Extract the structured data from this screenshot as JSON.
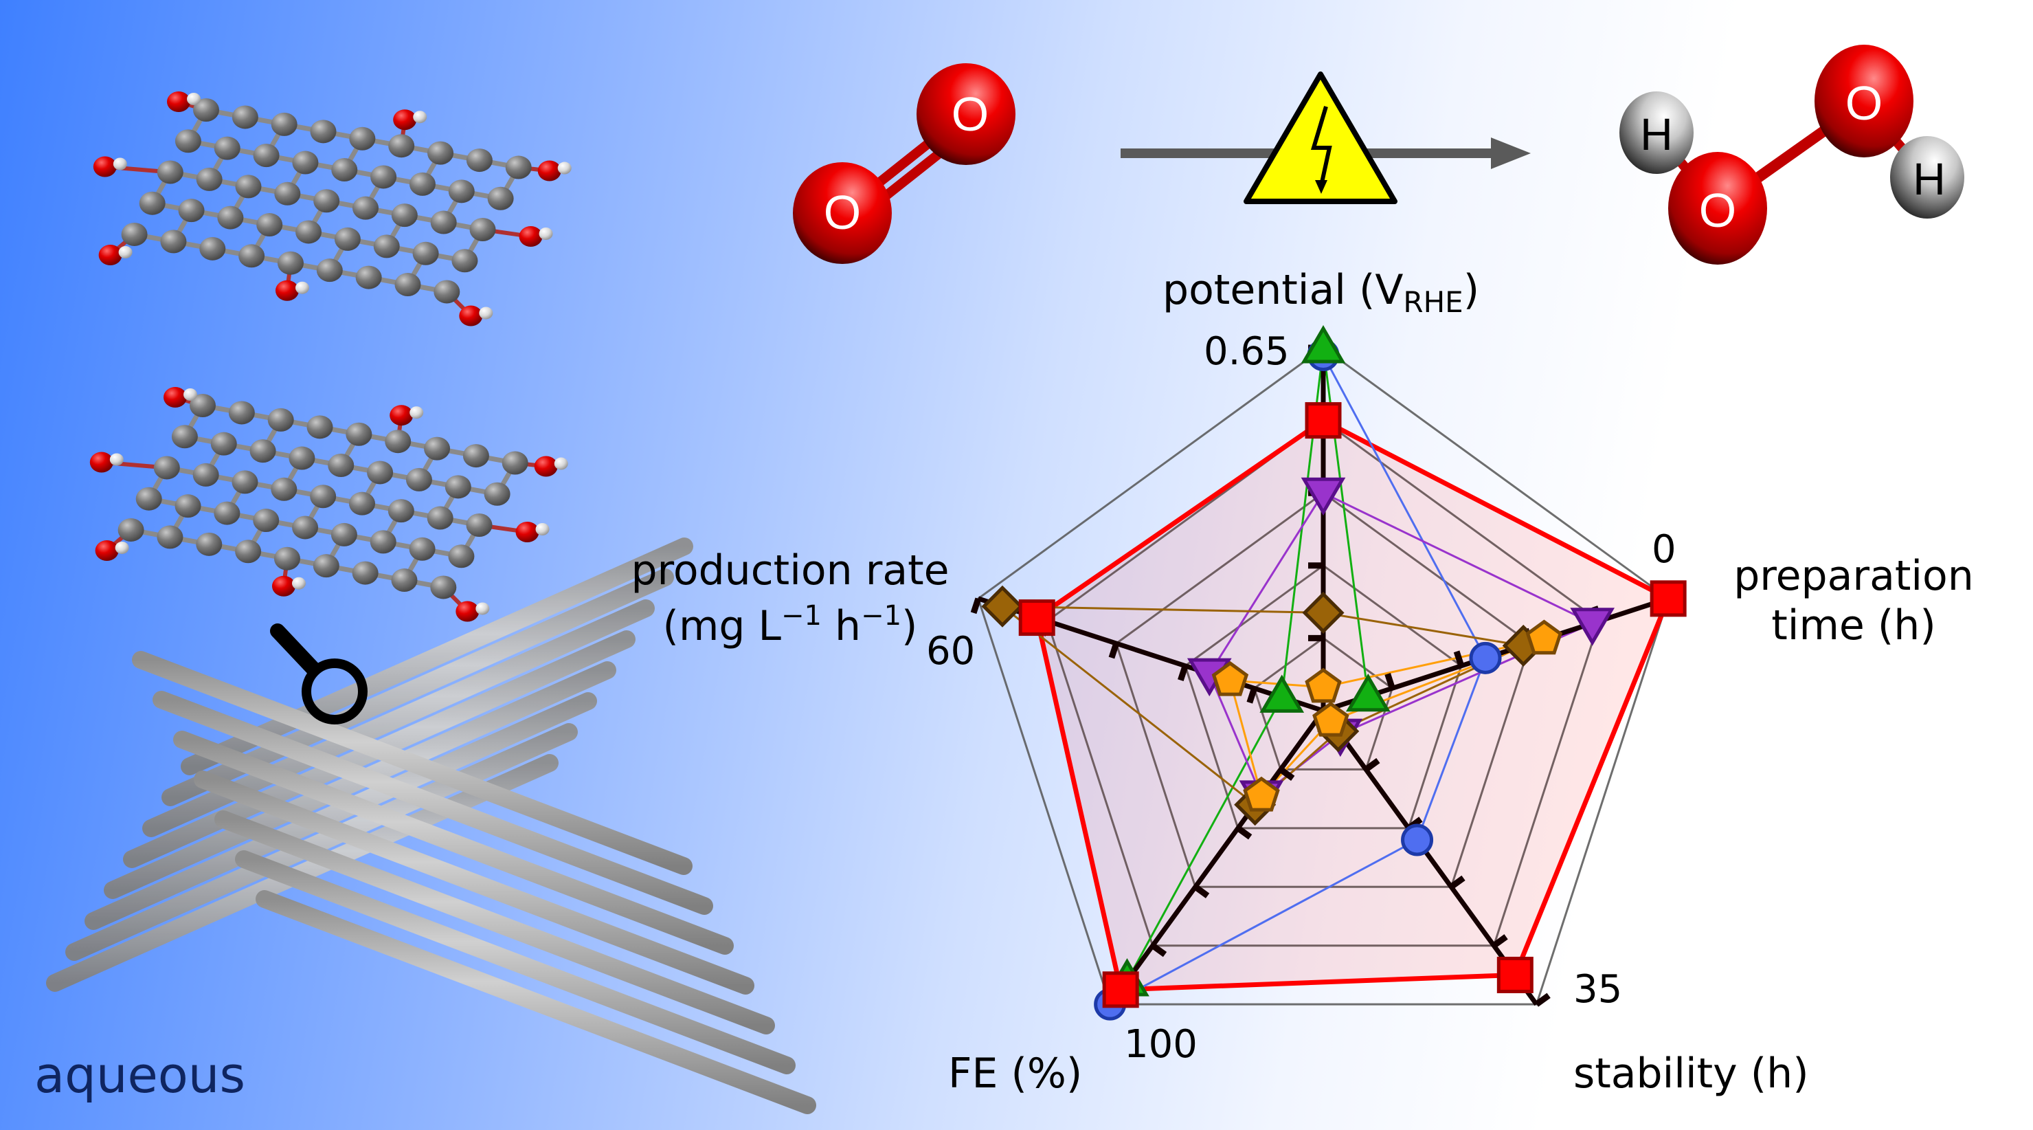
{
  "figure": {
    "condition_label": "aqueous",
    "reaction": {
      "reactant": {
        "name": "O2",
        "atoms": [
          "O",
          "O"
        ]
      },
      "product": {
        "name": "H2O2",
        "atoms": [
          "H",
          "O",
          "O",
          "H"
        ]
      },
      "arrow_icon": "electricity-warning-icon"
    },
    "left_panel": {
      "items": [
        "oxidized-graphene-sheet-top",
        "oxidized-graphene-sheet-bottom",
        "magnifier-icon",
        "carbon-fiber-mesh"
      ]
    }
  },
  "chart_data": {
    "type": "radar",
    "title": "",
    "axes": [
      {
        "key": "potential",
        "label": "potential (V",
        "label_sub": "RHE",
        "label_end": ")",
        "outer_tick": "0.65"
      },
      {
        "key": "preparation",
        "label_line1": "preparation",
        "label_line2": "time (h)",
        "outer_tick": "0"
      },
      {
        "key": "stability",
        "label": "stability (h)",
        "outer_tick": "35"
      },
      {
        "key": "fe",
        "label": "FE (%)",
        "outer_tick": "100"
      },
      {
        "key": "production",
        "label_line1": "production rate",
        "label_line2_pre": "(mg L",
        "label_sup1": "−1",
        "label_mid": " h",
        "label_sup2": "−1",
        "label_post": ")",
        "outer_tick": "60"
      }
    ],
    "rings": 5,
    "value_range": [
      0,
      1
    ],
    "grid": true,
    "series": [
      {
        "name": "red-square",
        "marker": "square",
        "color": "#ff0000",
        "edge": "#a00000",
        "filled": true,
        "fill": "rgba(255,120,120,0.18)",
        "line_width": "thick",
        "values": {
          "potential": 0.8,
          "preparation": 1.0,
          "stability": 0.9,
          "fe": 0.95,
          "production": 0.83
        }
      },
      {
        "name": "blue-circle",
        "marker": "circle",
        "color": "#4f6ef0",
        "edge": "#1d3aa8",
        "values": {
          "potential": 0.98,
          "preparation": 0.47,
          "stability": 0.44,
          "fe": 1.0,
          "production": null
        }
      },
      {
        "name": "green-triangle",
        "marker": "triangle-up",
        "color": "#12b012",
        "edge": "#0b6b0b",
        "values": {
          "potential": 1.0,
          "preparation": 0.13,
          "stability": null,
          "fe": 0.92,
          "production": 0.12
        }
      },
      {
        "name": "purple-triangle",
        "marker": "triangle-down",
        "color": "#9933cc",
        "edge": "#5a0f8a",
        "values": {
          "potential": 0.6,
          "preparation": 0.78,
          "stability": 0.08,
          "fe": 0.29,
          "production": 0.33
        }
      },
      {
        "name": "brown-diamond",
        "marker": "diamond",
        "color": "#9a6308",
        "edge": "#4a2c05",
        "values": {
          "potential": 0.27,
          "preparation": 0.58,
          "stability": 0.07,
          "fe": 0.32,
          "production": 0.93
        }
      },
      {
        "name": "orange-pentagon",
        "marker": "pentagon",
        "color": "#ff9f0a",
        "edge": "#7a4a05",
        "values": {
          "potential": 0.065,
          "preparation": 0.64,
          "stability": 0.035,
          "fe": 0.29,
          "production": 0.27
        }
      }
    ]
  }
}
